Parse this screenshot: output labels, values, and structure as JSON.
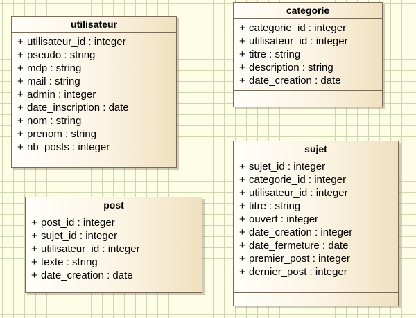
{
  "classes": {
    "utilisateur": {
      "name": "utilisateur",
      "attributes": [
        {
          "visibility": "+",
          "text": "utilisateur_id : integer"
        },
        {
          "visibility": "+",
          "text": "pseudo : string"
        },
        {
          "visibility": "+",
          "text": "mdp : string"
        },
        {
          "visibility": "+",
          "text": "mail : string"
        },
        {
          "visibility": "+",
          "text": "admin : integer"
        },
        {
          "visibility": "+",
          "text": "date_inscription : date"
        },
        {
          "visibility": "+",
          "text": "nom : string"
        },
        {
          "visibility": "+",
          "text": "prenom : string"
        },
        {
          "visibility": "+",
          "text": "nb_posts : integer"
        }
      ]
    },
    "categorie": {
      "name": "categorie",
      "attributes": [
        {
          "visibility": "+",
          "text": "categorie_id : integer"
        },
        {
          "visibility": "+",
          "text": "utilisateur_id : integer"
        },
        {
          "visibility": "+",
          "text": "titre : string"
        },
        {
          "visibility": "+",
          "text": "description : string"
        },
        {
          "visibility": "+",
          "text": "date_creation : date"
        }
      ]
    },
    "post": {
      "name": "post",
      "attributes": [
        {
          "visibility": "+",
          "text": "post_id : integer"
        },
        {
          "visibility": "+",
          "text": "sujet_id : integer"
        },
        {
          "visibility": "+",
          "text": "utilisateur_id : integer"
        },
        {
          "visibility": "+",
          "text": "texte : string"
        },
        {
          "visibility": "+",
          "text": "date_creation : date"
        }
      ]
    },
    "sujet": {
      "name": "sujet",
      "attributes": [
        {
          "visibility": "+",
          "text": "sujet_id : integer"
        },
        {
          "visibility": "+",
          "text": "categorie_id : integer"
        },
        {
          "visibility": "+",
          "text": "utilisateur_id : integer"
        },
        {
          "visibility": "+",
          "text": "titre : string"
        },
        {
          "visibility": "+",
          "text": "ouvert : integer"
        },
        {
          "visibility": "+",
          "text": "date_creation : integer"
        },
        {
          "visibility": "+",
          "text": "date_fermeture : date"
        },
        {
          "visibility": "+",
          "text": "premier_post : integer"
        },
        {
          "visibility": "+",
          "text": "dernier_post : integer"
        }
      ]
    }
  }
}
